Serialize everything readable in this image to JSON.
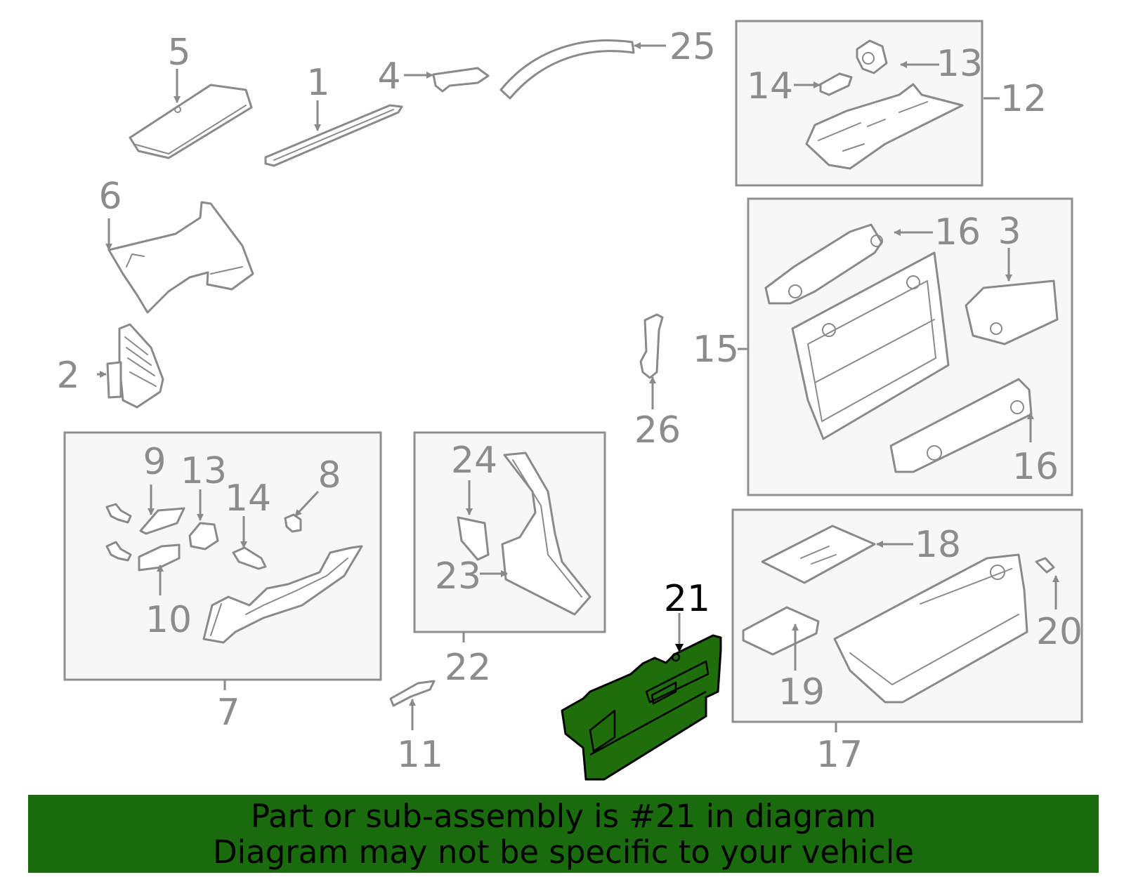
{
  "callouts": {
    "c1": "1",
    "c2": "2",
    "c3": "3",
    "c4": "4",
    "c5": "5",
    "c6": "6",
    "c7": "7",
    "c8": "8",
    "c9": "9",
    "c10": "10",
    "c11": "11",
    "c12": "12",
    "c13a": "13",
    "c13b": "13",
    "c14a": "14",
    "c14b": "14",
    "c15": "15",
    "c16a": "16",
    "c16b": "16",
    "c17": "17",
    "c18": "18",
    "c19": "19",
    "c20": "20",
    "c21": "21",
    "c22": "22",
    "c23": "23",
    "c24": "24",
    "c25": "25",
    "c26": "26"
  },
  "highlight": {
    "part_number": "21",
    "color": "#1e6e0b"
  },
  "banner": {
    "line1": "Part or sub-assembly is #21 in diagram",
    "line2": "Diagram may not be specific to your vehicle",
    "background": "#196b0e"
  }
}
